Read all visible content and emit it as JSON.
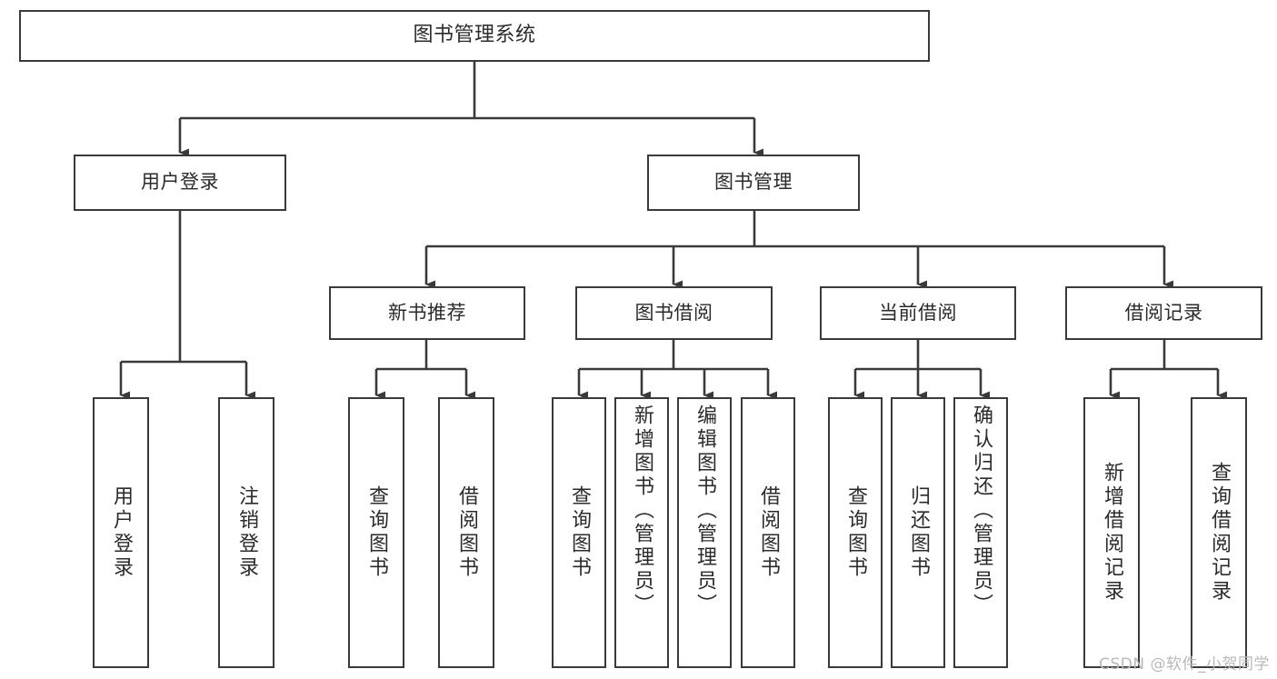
{
  "diagram": {
    "title": "图书管理系统",
    "type": "tree",
    "watermark": "CSDN @软件_小贺同学",
    "colors": {
      "node_border": "#3a3a3a",
      "node_fill": "#ffffff",
      "edge": "#3a3a3a",
      "text": "#2b2b2b",
      "watermark": "#b9b9b9",
      "background": "#ffffff"
    },
    "levels": {
      "root": "图书管理系统",
      "level2": [
        "用户登录",
        "图书管理"
      ],
      "level3": [
        "新书推荐",
        "图书借阅",
        "当前借阅",
        "借阅记录"
      ],
      "level4": [
        "用户登录",
        "注销登录",
        "查询图书",
        "借阅图书",
        "查询图书",
        "新增图书（管理员）",
        "编辑图书（管理员）",
        "借阅图书",
        "查询图书",
        "归还图书",
        "确认归还（管理员）",
        "新增借阅记录",
        "查询借阅记录"
      ]
    },
    "nodes": {
      "root": {
        "label": "图书管理系统"
      },
      "user_login": {
        "label": "用户登录"
      },
      "book_manage": {
        "label": "图书管理"
      },
      "new_book_rec": {
        "label": "新书推荐"
      },
      "book_borrow": {
        "label": "图书借阅"
      },
      "current_borrow": {
        "label": "当前借阅"
      },
      "borrow_record": {
        "label": "借阅记录"
      },
      "leaf_user_login": {
        "label": "用户登录"
      },
      "leaf_logout": {
        "label": "注销登录"
      },
      "leaf_query_book_1": {
        "label": "查询图书"
      },
      "leaf_borrow_book_1": {
        "label": "借阅图书"
      },
      "leaf_query_book_2": {
        "label": "查询图书"
      },
      "leaf_add_book": {
        "label": "新增图书（管理员）"
      },
      "leaf_edit_book": {
        "label": "编辑图书（管理员）"
      },
      "leaf_borrow_book_2": {
        "label": "借阅图书"
      },
      "leaf_query_book_3": {
        "label": "查询图书"
      },
      "leaf_return_book": {
        "label": "归还图书"
      },
      "leaf_confirm_return": {
        "label": "确认归还（管理员）"
      },
      "leaf_add_record": {
        "label": "新增借阅记录"
      },
      "leaf_query_record": {
        "label": "查询借阅记录"
      }
    },
    "edges": [
      {
        "from": "root",
        "to": "user_login"
      },
      {
        "from": "root",
        "to": "book_manage"
      },
      {
        "from": "user_login",
        "to": "leaf_user_login"
      },
      {
        "from": "user_login",
        "to": "leaf_logout"
      },
      {
        "from": "book_manage",
        "to": "new_book_rec"
      },
      {
        "from": "book_manage",
        "to": "book_borrow"
      },
      {
        "from": "book_manage",
        "to": "current_borrow"
      },
      {
        "from": "book_manage",
        "to": "borrow_record"
      },
      {
        "from": "new_book_rec",
        "to": "leaf_query_book_1"
      },
      {
        "from": "new_book_rec",
        "to": "leaf_borrow_book_1"
      },
      {
        "from": "book_borrow",
        "to": "leaf_query_book_2"
      },
      {
        "from": "book_borrow",
        "to": "leaf_add_book"
      },
      {
        "from": "book_borrow",
        "to": "leaf_edit_book"
      },
      {
        "from": "book_borrow",
        "to": "leaf_borrow_book_2"
      },
      {
        "from": "current_borrow",
        "to": "leaf_query_book_3"
      },
      {
        "from": "current_borrow",
        "to": "leaf_return_book"
      },
      {
        "from": "current_borrow",
        "to": "leaf_confirm_return"
      },
      {
        "from": "borrow_record",
        "to": "leaf_add_record"
      },
      {
        "from": "borrow_record",
        "to": "leaf_query_record"
      }
    ]
  }
}
